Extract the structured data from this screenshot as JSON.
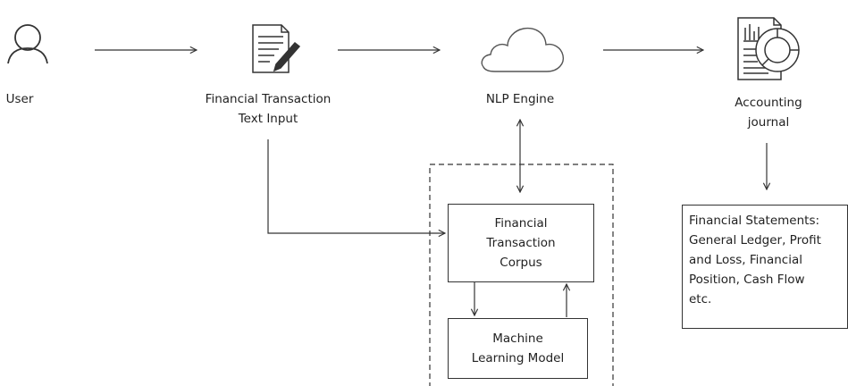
{
  "nodes": {
    "user": {
      "label": "User",
      "icon": "user-icon"
    },
    "text_input": {
      "lines": [
        "Financial Transaction",
        "Text Input"
      ],
      "icon": "document-pen-icon"
    },
    "nlp_engine": {
      "label": "NLP Engine",
      "icon": "cloud-icon"
    },
    "accounting_journal": {
      "lines": [
        "Accounting",
        "journal"
      ],
      "icon": "report-chart-icon"
    },
    "corpus": {
      "lines": [
        "Financial",
        "Transaction",
        "Corpus"
      ]
    },
    "ml_model": {
      "lines": [
        "Machine",
        "Learning Model"
      ]
    },
    "statements": {
      "lines": [
        "Financial Statements:",
        "General Ledger, Profit",
        "and Loss, Financial",
        "Position,  Cash Flow",
        "etc."
      ]
    }
  },
  "colors": {
    "stroke": "#333333",
    "text": "#222222",
    "background": "#ffffff"
  }
}
